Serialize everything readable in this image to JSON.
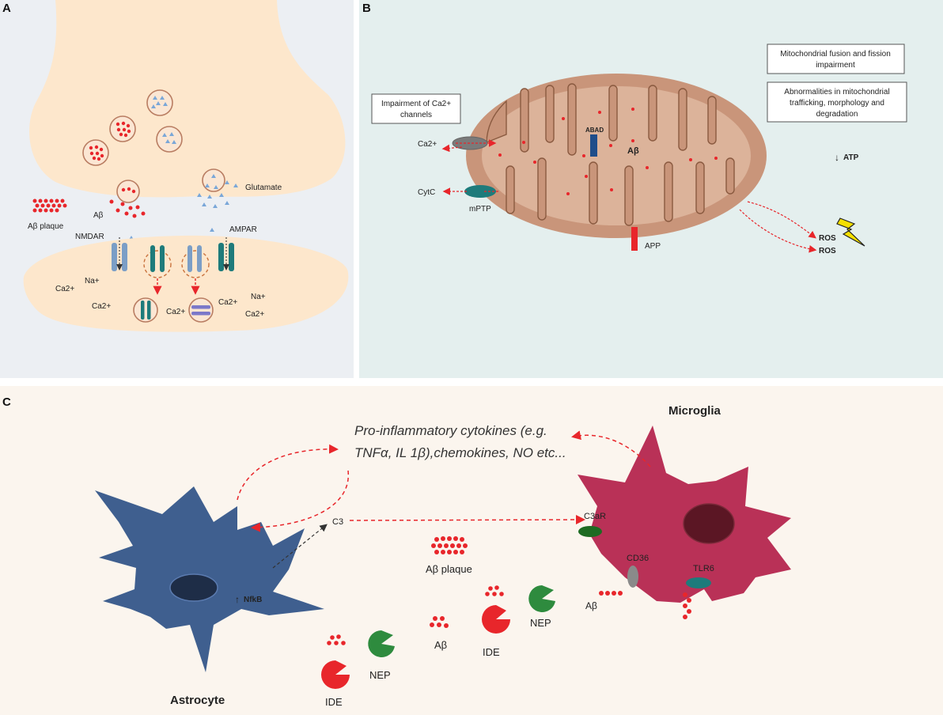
{
  "panels": [
    {
      "letter": "A",
      "labels": {
        "glutamate": "Glutamate",
        "abeta_plaque": "Aβ plaque",
        "abeta": "Aβ",
        "nmdar": "NMDAR",
        "ampar": "AMPAR",
        "na1": "Na+",
        "ca1": "Ca2+",
        "ca2": "Ca2+",
        "ca3": "Ca2+",
        "ca4": "Ca2+",
        "na2": "Na+",
        "ca5": "Ca2+"
      }
    },
    {
      "letter": "B",
      "labels": {
        "ca_channels_l1": "Impairment of Ca2+",
        "ca_channels_l2": "channels",
        "ca": "Ca2+",
        "cytc": "CytC",
        "mptp": "mPTP",
        "abad": "ABAD",
        "abeta": "Aβ",
        "app": "APP",
        "ros1": "ROS",
        "ros2": "ROS",
        "atp": "ATP",
        "atp_arrow": "↓",
        "fusion_l1": "Mitochondrial fusion and fission",
        "fusion_l2": "impairment",
        "traffic_l1": "Abnormalities in mitochondrial",
        "traffic_l2": "trafficking, morphology and",
        "traffic_l3": "degradation"
      }
    },
    {
      "letter": "C",
      "labels": {
        "microglia": "Microglia",
        "astrocyte": "Astrocyte",
        "cytokines_l1": "Pro-inflammatory cytokines (e.g.",
        "cytokines_l2": "TNFα, IL 1β),chemokines, NO etc...",
        "c3": "C3",
        "c3ar": "C3aR",
        "cd36": "CD36",
        "tlr6": "TLR6",
        "nfkb": "NfkB",
        "nfkb_arrow": "↑",
        "abeta_plaque": "Aβ  plaque",
        "abeta1": "Aβ",
        "abeta2": "Aβ",
        "ide1": "IDE",
        "nep1": "NEP",
        "ide2": "IDE",
        "nep2": "NEP"
      }
    }
  ],
  "colors": {
    "panel_a_bg": "#eceff3",
    "panel_b_bg": "#e4efee",
    "panel_c_bg": "#fbf5ee",
    "neuron": "#fde7cc",
    "mitochondrion": "#c9957a",
    "astrocyte": "#3f5f8f",
    "microglia": "#b93157",
    "abeta_red": "#e8262b",
    "glutamate_blue": "#7aa7d8",
    "nep_green": "#2e8b3e",
    "teal": "#1e7b7b"
  }
}
